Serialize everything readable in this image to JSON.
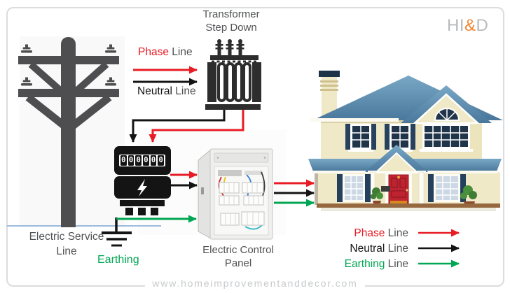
{
  "logo": {
    "part1": "HI",
    "amp": "&",
    "part2": "D"
  },
  "transformer": {
    "label1": "Transformer",
    "label2": "Step Down"
  },
  "incoming": {
    "phase_word": "Phase",
    "phase_suffix": " Line",
    "neutral_word": "Neutral",
    "neutral_suffix": " Line"
  },
  "meter": {
    "digits": [
      "0",
      "0",
      "0",
      "0",
      "0",
      "0"
    ]
  },
  "service": {
    "label1": "Electric Service",
    "label2": "Line"
  },
  "earthing": {
    "label": "Earthing"
  },
  "panel": {
    "label1": "Electric Control",
    "label2": "Panel"
  },
  "legend": {
    "rows": [
      {
        "word": "Phase",
        "suffix": " Line",
        "color": "#e81c24"
      },
      {
        "word": "Neutral",
        "suffix": " Line",
        "color": "#141414"
      },
      {
        "word": "Earthing",
        "suffix": " Line",
        "color": "#00a651"
      }
    ]
  },
  "footer": {
    "url": "www.homeimprovementanddecor.com"
  },
  "colors": {
    "phase_red": "#e81c24",
    "neutral_black": "#141414",
    "earthing_green": "#00a651",
    "service_line_blue": "#8fb2da",
    "pole_gray": "#4e4e50",
    "roof_blue": "#4a789c",
    "wall_cream": "#f0e9c7",
    "door_red": "#c02330",
    "logo_orange": "#f58634",
    "label_gray": "#515254"
  }
}
